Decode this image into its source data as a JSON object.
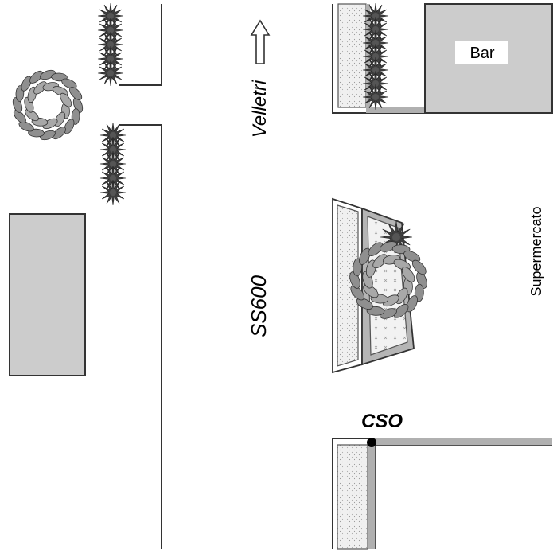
{
  "labels": {
    "direction": "Velletri",
    "road": "SS600",
    "bar": "Bar",
    "supermarket": "Supermercato",
    "point": "CSO"
  },
  "colors": {
    "building_fill": "#cccccc",
    "outline": "#333333",
    "sidewalk_fill": "#ececec",
    "edge_strip": "#b0b0b0",
    "shrub_dark": "#3f3f3f",
    "tree_leaf": "#8f8f8f",
    "marker": "#000000"
  },
  "icons": {
    "arrow": "arrow-up-icon",
    "tree": "tree-icon",
    "shrub": "shrub-icon",
    "point": "point-marker-icon"
  }
}
